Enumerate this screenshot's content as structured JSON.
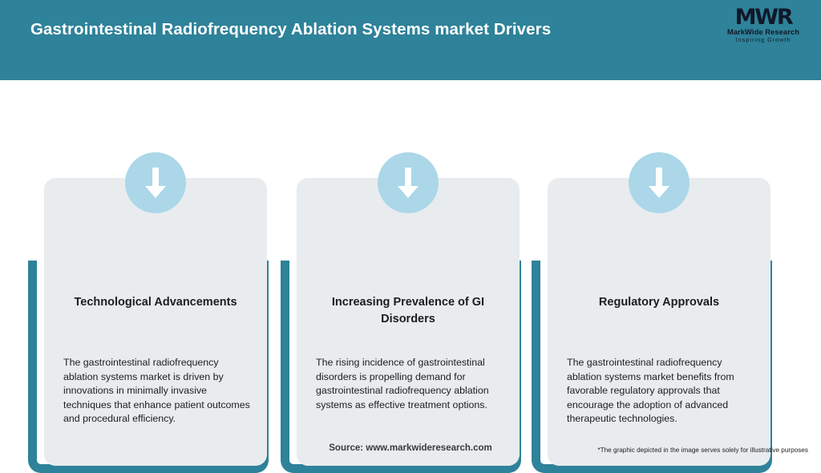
{
  "header": {
    "title": "Gastrointestinal Radiofrequency Ablation Systems market Drivers",
    "background_color": "#2E8299",
    "title_color": "#FFFFFF"
  },
  "logo": {
    "monogram": "MWR",
    "name": "MarkWide Research",
    "tagline": "Inspiring Growth"
  },
  "cards": [
    {
      "icon": "down-arrow-icon",
      "title": "Technological Advancements",
      "body": "The gastrointestinal radiofrequency ablation systems market is driven by innovations in minimally invasive techniques that enhance patient outcomes and procedural efficiency."
    },
    {
      "icon": "down-arrow-icon",
      "title": "Increasing Prevalence of GI Disorders",
      "body": "The rising incidence of gastrointestinal disorders is propelling demand for gastrointestinal radiofrequency ablation systems as effective treatment options."
    },
    {
      "icon": "down-arrow-icon",
      "title": "Regulatory Approvals",
      "body": "The gastrointestinal radiofrequency ablation systems market benefits from favorable regulatory approvals that encourage the adoption of advanced therapeutic technologies."
    }
  ],
  "footer": {
    "source": "Source: www.markwideresearch.com",
    "disclaimer": "*The graphic depicted in the image serves solely for illustrative purposes"
  },
  "colors": {
    "accent_teal": "#2E8299",
    "card_background": "#E8ECEE",
    "icon_circle": "#ABD7E8",
    "page_background": "#FFFFFF"
  }
}
